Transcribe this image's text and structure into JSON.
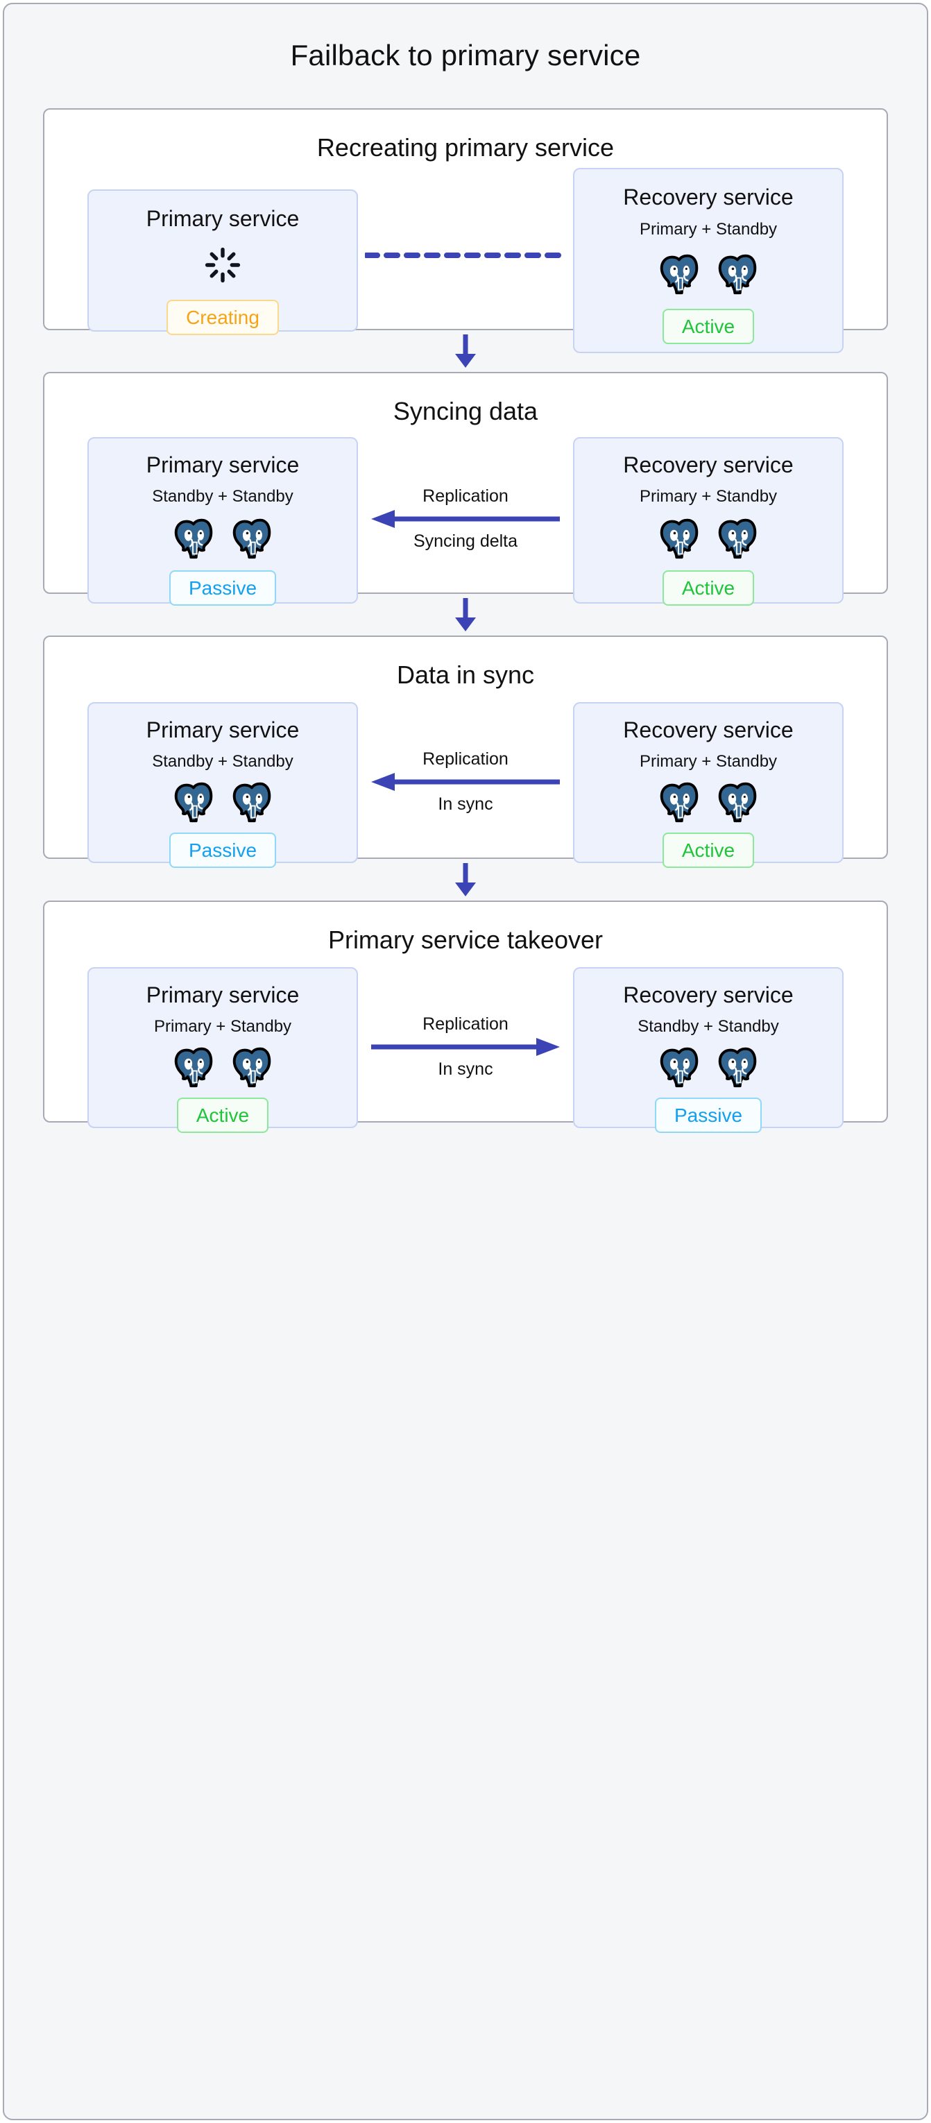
{
  "title": "Failback to primary service",
  "colors": {
    "accent_blue": "#3b43b5",
    "card_bg": "#eef2fd",
    "card_border": "#c7d3f2",
    "active_green": "#1fc43a",
    "passive_blue": "#12a0ef",
    "creating_orange": "#f6a417",
    "postgres_blue": "#336791",
    "page_bg": "#f5f6f8"
  },
  "stages": [
    {
      "title": "Recreating primary service",
      "left": {
        "name": "Primary service",
        "roles": "",
        "icon": "spinner-icon",
        "node_count": 0,
        "status": "Creating",
        "status_kind": "creating"
      },
      "right": {
        "name": "Recovery service",
        "roles": "Primary + Standby",
        "icon": "postgres-elephant-icon",
        "node_count": 2,
        "status": "Active",
        "status_kind": "active"
      },
      "connector": {
        "style": "dashed",
        "direction": "none",
        "label_top": "",
        "label_bottom": ""
      }
    },
    {
      "title": "Syncing data",
      "left": {
        "name": "Primary service",
        "roles": "Standby + Standby",
        "icon": "postgres-elephant-icon",
        "node_count": 2,
        "status": "Passive",
        "status_kind": "passive"
      },
      "right": {
        "name": "Recovery service",
        "roles": "Primary + Standby",
        "icon": "postgres-elephant-icon",
        "node_count": 2,
        "status": "Active",
        "status_kind": "active"
      },
      "connector": {
        "style": "solid",
        "direction": "left",
        "label_top": "Replication",
        "label_bottom": "Syncing delta"
      }
    },
    {
      "title": "Data in sync",
      "left": {
        "name": "Primary service",
        "roles": "Standby + Standby",
        "icon": "postgres-elephant-icon",
        "node_count": 2,
        "status": "Passive",
        "status_kind": "passive"
      },
      "right": {
        "name": "Recovery service",
        "roles": "Primary + Standby",
        "icon": "postgres-elephant-icon",
        "node_count": 2,
        "status": "Active",
        "status_kind": "active"
      },
      "connector": {
        "style": "solid",
        "direction": "left",
        "label_top": "Replication",
        "label_bottom": "In sync"
      }
    },
    {
      "title": "Primary service takeover",
      "left": {
        "name": "Primary service",
        "roles": "Primary + Standby",
        "icon": "postgres-elephant-icon",
        "node_count": 2,
        "status": "Active",
        "status_kind": "active"
      },
      "right": {
        "name": "Recovery service",
        "roles": "Standby + Standby",
        "icon": "postgres-elephant-icon",
        "node_count": 2,
        "status": "Passive",
        "status_kind": "passive"
      },
      "connector": {
        "style": "solid",
        "direction": "right",
        "label_top": "Replication",
        "label_bottom": "In sync"
      }
    }
  ]
}
